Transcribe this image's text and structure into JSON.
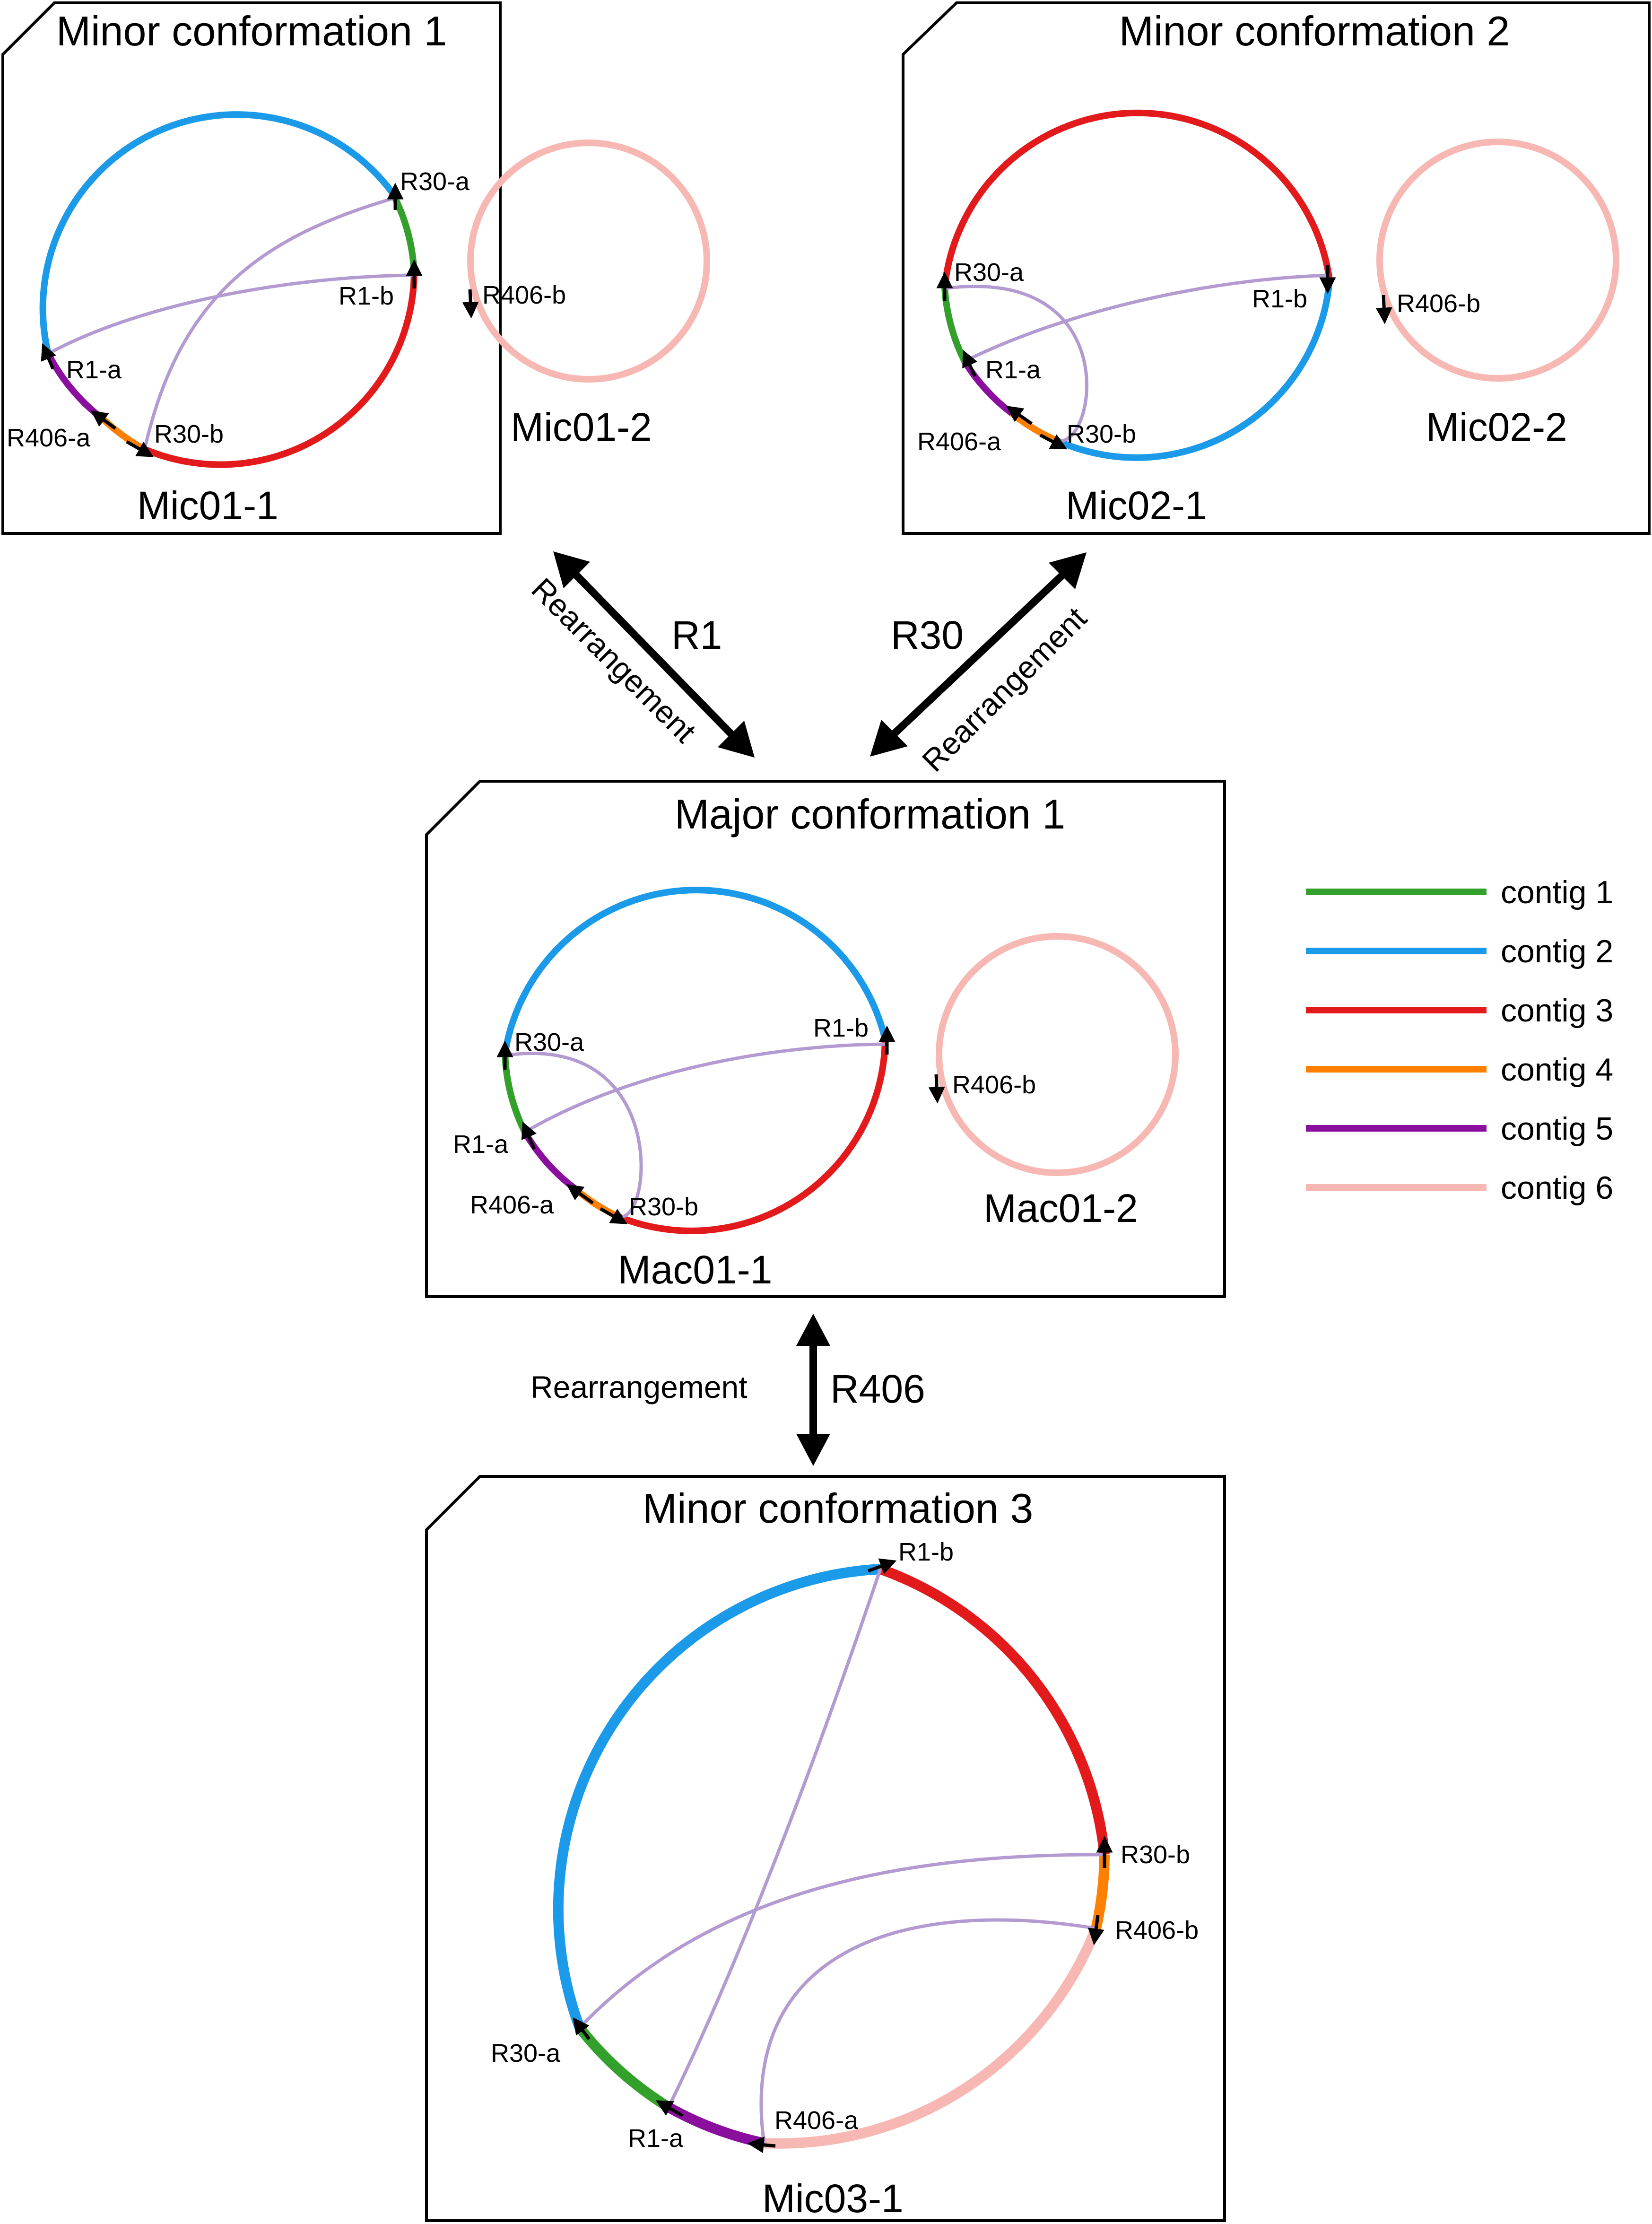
{
  "colors": {
    "contig1": "#33a02c",
    "contig2": "#1a9ae8",
    "contig3": "#e31a1c",
    "contig4": "#ff7f00",
    "contig5": "#8b0f9e",
    "contig6": "#f7b8b3",
    "link": "#b39ad1"
  },
  "legend": [
    {
      "label": "contig 1",
      "color": "#33a02c"
    },
    {
      "label": "contig 2",
      "color": "#1a9ae8"
    },
    {
      "label": "contig 3",
      "color": "#e31a1c"
    },
    {
      "label": "contig 4",
      "color": "#ff7f00"
    },
    {
      "label": "contig 5",
      "color": "#8b0f9e"
    },
    {
      "label": "contig 6",
      "color": "#f7b8b3"
    }
  ],
  "panels": {
    "mic1": {
      "title": "Minor conformation 1",
      "molecule1": "Mic01-1",
      "molecule2": "Mic01-2",
      "labels": {
        "r30a": "R30-a",
        "r1b": "R1-b",
        "r1a": "R1-a",
        "r406a": "R406-a",
        "r30b": "R30-b",
        "r406b": "R406-b"
      }
    },
    "mic2": {
      "title": "Minor conformation 2",
      "molecule1": "Mic02-1",
      "molecule2": "Mic02-2",
      "labels": {
        "r30a": "R30-a",
        "r1b": "R1-b",
        "r1a": "R1-a",
        "r406a": "R406-a",
        "r30b": "R30-b",
        "r406b": "R406-b"
      }
    },
    "mac1": {
      "title": "Major conformation 1",
      "molecule1": "Mac01-1",
      "molecule2": "Mac01-2",
      "labels": {
        "r30a": "R30-a",
        "r1b": "R1-b",
        "r1a": "R1-a",
        "r406a": "R406-a",
        "r30b": "R30-b",
        "r406b": "R406-b"
      }
    },
    "mic3": {
      "title": "Minor conformation 3",
      "molecule1": "Mic03-1",
      "labels": {
        "r1b": "R1-b",
        "r30b": "R30-b",
        "r406b": "R406-b",
        "r30a": "R30-a",
        "r1a": "R1-a",
        "r406a": "R406-a"
      }
    }
  },
  "relations": {
    "left": {
      "repeat": "R1",
      "label": "Rearrangement"
    },
    "right": {
      "repeat": "R30",
      "label": "Rearrangement"
    },
    "bottom": {
      "repeat": "R406",
      "label": "Rearrangement"
    }
  }
}
